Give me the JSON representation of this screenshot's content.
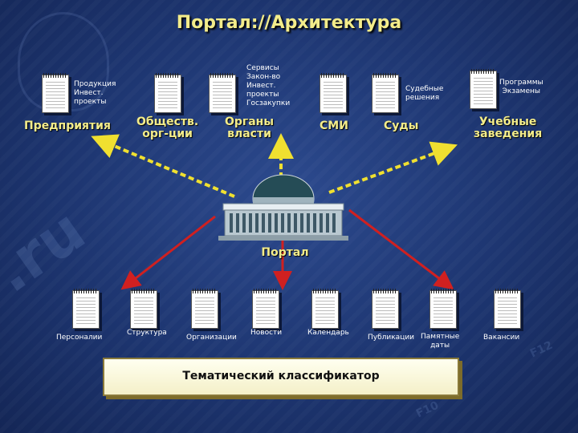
{
  "title": "Портал://Архитектура",
  "top_items": [
    {
      "name": "top-notebook-enterprises",
      "big": "Предприятия",
      "small": "Продукция\nИнвест.\nпроекты"
    },
    {
      "name": "top-notebook-public-orgs",
      "big": "Обществ.\nорг-ции",
      "small": ""
    },
    {
      "name": "top-notebook-authorities",
      "big": "Органы\nвласти",
      "small": "Сервисы\nЗакон-во\nИнвест.\nпроекты\nГосзакупки"
    },
    {
      "name": "top-notebook-media",
      "big": "СМИ",
      "small": ""
    },
    {
      "name": "top-notebook-courts",
      "big": "Суды",
      "small": "Судебные\nрешения"
    },
    {
      "name": "top-notebook-education",
      "big": "Учебные\nзаведения",
      "small": "Программы\nЭкзамены"
    }
  ],
  "portal_label": "Портал",
  "bottom_items": [
    {
      "name": "bottom-notebook-personnel",
      "label": "Персоналии"
    },
    {
      "name": "bottom-notebook-structure",
      "label": "Структура"
    },
    {
      "name": "bottom-notebook-organizations",
      "label": "Организации"
    },
    {
      "name": "bottom-notebook-news",
      "label": "Новости"
    },
    {
      "name": "bottom-notebook-calendar",
      "label": "Календарь"
    },
    {
      "name": "bottom-notebook-publications",
      "label": "Публикации"
    },
    {
      "name": "bottom-notebook-memorable-dates",
      "label": "Памятные\nдаты"
    },
    {
      "name": "bottom-notebook-vacancies",
      "label": "Вакансии"
    }
  ],
  "classifier_label": "Тематический классификатор",
  "colors": {
    "title": "#f3ec8a",
    "arrow_yellow": "#f0e030",
    "arrow_red": "#d02020",
    "background": "#1d3570"
  }
}
